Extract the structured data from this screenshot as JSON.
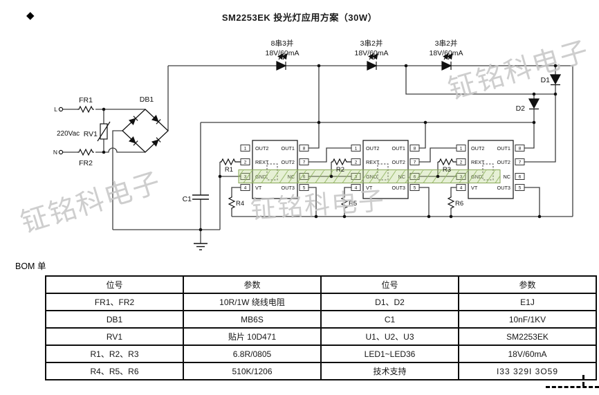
{
  "bullet": "◆",
  "title": "SM2253EK 投光灯应用方案（30W）",
  "watermark": "钲铭科电子",
  "schematic": {
    "led_groups": [
      {
        "config": "8串3并",
        "rating": "18V/60mA"
      },
      {
        "config": "3串2并",
        "rating": "18V/60mA"
      },
      {
        "config": "3串2并",
        "rating": "18V/60mA"
      }
    ],
    "labels": {
      "live": "L",
      "neutral": "N",
      "mains": "220Vac",
      "fr1": "FR1",
      "fr2": "FR2",
      "db1": "DB1",
      "rv1": "RV1",
      "c1": "C1",
      "r1": "R1",
      "r2": "R2",
      "r3": "R3",
      "r4": "R4",
      "r5": "R5",
      "r6": "R6",
      "d1": "D1",
      "d2": "D2"
    },
    "chip": {
      "left": [
        {
          "num": "1",
          "name": "OUT2"
        },
        {
          "num": "2",
          "name": "REXT"
        },
        {
          "num": "3",
          "name": "GND"
        },
        {
          "num": "4",
          "name": "VT"
        }
      ],
      "right": [
        {
          "num": "8",
          "name": "OUT1"
        },
        {
          "num": "7",
          "name": "OUT2"
        },
        {
          "num": "6",
          "name": "NC"
        },
        {
          "num": "5",
          "name": "OUT3"
        }
      ]
    }
  },
  "bom": {
    "label": "BOM 单",
    "headers": [
      "位号",
      "参数",
      "位号",
      "参数"
    ],
    "rows": [
      [
        "FR1、FR2",
        "10R/1W 绕线电阻",
        "D1、D2",
        "E1J"
      ],
      [
        "DB1",
        "MB6S",
        "C1",
        "10nF/1KV"
      ],
      [
        "RV1",
        "贴片 10D471",
        "U1、U2、U3",
        "SM2253EK"
      ],
      [
        "R1、R2、R3",
        "6.8R/0805",
        "LED1~LED36",
        "18V/60mA"
      ],
      [
        "R4、R5、R6",
        "510K/1206",
        "技术支持",
        "I33 329I 3O59"
      ]
    ]
  },
  "colors": {
    "wire": "#3d3d3d",
    "highlight_band_fill": "#b8d488",
    "highlight_band_border": "#86a653",
    "watermark": "#c6c6c6"
  }
}
